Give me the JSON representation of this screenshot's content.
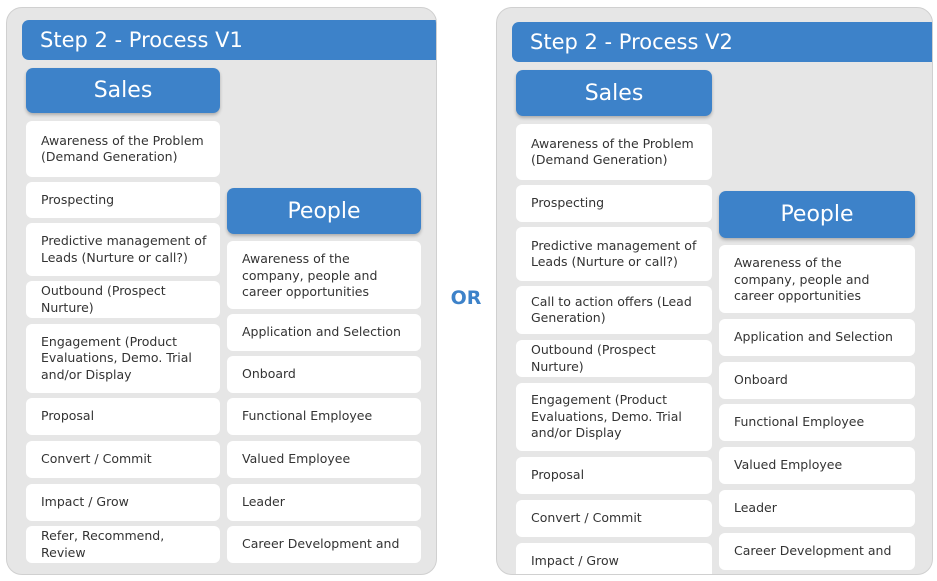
{
  "panel_v1": {
    "title": "Step 2 - Process V1",
    "sales_header": "Sales",
    "people_header": "People",
    "sales_items": [
      "Awareness of the Problem (Demand Generation)",
      "Prospecting",
      "Predictive management of Leads (Nurture or call?)",
      "Outbound (Prospect Nurture)",
      "Engagement (Product Evaluations, Demo. Trial and/or Display",
      "Proposal",
      "Convert / Commit",
      "Impact / Grow",
      "Refer, Recommend, Review"
    ],
    "people_items": [
      "Awareness of the company, people and career opportunities",
      "Application and Selection",
      "Onboard",
      "Functional Employee",
      "Valued Employee",
      "Leader",
      "Career Development and"
    ]
  },
  "separator": "OR",
  "panel_v2": {
    "title": "Step 2 - Process V2",
    "sales_header": "Sales",
    "people_header": "People",
    "sales_items": [
      "Awareness of the Problem (Demand Generation)",
      "Prospecting",
      "Predictive management of Leads (Nurture or call?)",
      "Call to action offers (Lead Generation)",
      "Outbound (Prospect Nurture)",
      "Engagement (Product Evaluations, Demo. Trial and/or Display",
      "Proposal",
      "Convert / Commit",
      "Impact / Grow"
    ],
    "people_items": [
      "Awareness of the company, people and career opportunities",
      "Application and Selection",
      "Onboard",
      "Functional Employee",
      "Valued Employee",
      "Leader",
      "Career Development and"
    ]
  },
  "colors": {
    "header_blue": "#3d82c9",
    "panel_bg": "#e6e6e6",
    "card_bg": "#ffffff",
    "text": "#333333"
  }
}
